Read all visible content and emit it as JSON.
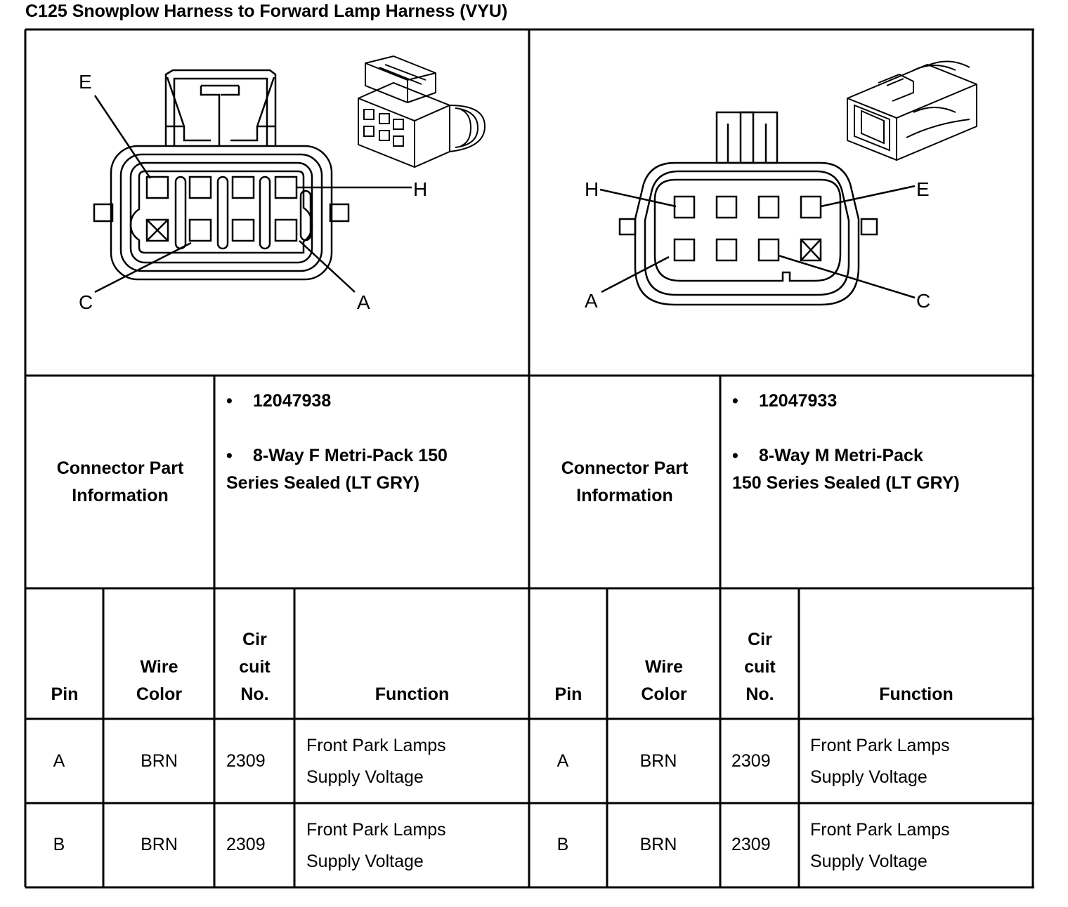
{
  "title": "C125 Snowplow Harness to Forward Lamp Harness (VYU)",
  "left": {
    "callouts": [
      "E",
      "H",
      "C",
      "A"
    ],
    "info_label_line1": "Connector Part",
    "info_label_line2": "Information",
    "part_number": "12047938",
    "part_desc_line1": "8-Way F Metri-Pack 150",
    "part_desc_line2": "Series Sealed (LT GRY)"
  },
  "right": {
    "callouts": [
      "H",
      "E",
      "A",
      "C"
    ],
    "info_label_line1": "Connector Part",
    "info_label_line2": "Information",
    "part_number": "12047933",
    "part_desc_line1": "8-Way M Metri-Pack",
    "part_desc_line2": "150 Series Sealed (LT GRY)"
  },
  "bullet": "•",
  "table_headers": {
    "pin": "Pin",
    "wire_color_1": "Wire",
    "wire_color_2": "Color",
    "circuit_1": "Cir",
    "circuit_2": "cuit",
    "circuit_3": "No.",
    "function": "Function"
  },
  "left_rows": [
    {
      "pin": "A",
      "color": "BRN",
      "circuit": "2309",
      "function_1": "Front Park Lamps",
      "function_2": "Supply Voltage"
    },
    {
      "pin": "B",
      "color": "BRN",
      "circuit": "2309",
      "function_1": "Front Park Lamps",
      "function_2": "Supply Voltage"
    }
  ],
  "right_rows": [
    {
      "pin": "A",
      "color": "BRN",
      "circuit": "2309",
      "function_1": "Front Park Lamps",
      "function_2": "Supply Voltage"
    },
    {
      "pin": "B",
      "color": "BRN",
      "circuit": "2309",
      "function_1": "Front Park Lamps",
      "function_2": "Supply Voltage"
    }
  ]
}
